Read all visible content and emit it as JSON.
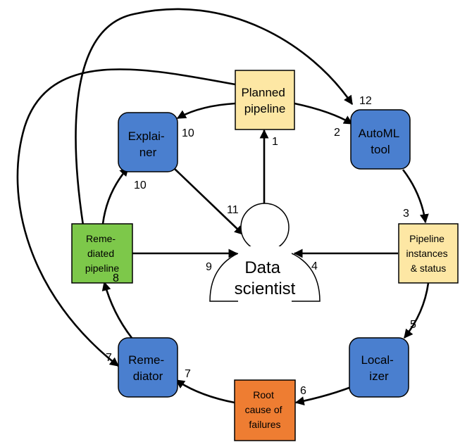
{
  "colors": {
    "component": "#4a7fcf",
    "artifact": "#fde7a4",
    "remediated": "#7dc84a",
    "root_cause": "#ee7d32",
    "stroke": "#000000"
  },
  "nodes": {
    "planned_pipeline": {
      "lines": [
        "Planned",
        "pipeline"
      ]
    },
    "explainer": {
      "lines": [
        "Explai-",
        "ner"
      ]
    },
    "automl_tool": {
      "lines": [
        "AutoML",
        "tool"
      ]
    },
    "pipeline_instances": {
      "lines": [
        "Pipeline",
        "instances",
        "& status"
      ]
    },
    "localizer": {
      "lines": [
        "Local-",
        "izer"
      ]
    },
    "root_cause": {
      "lines": [
        "Root",
        "cause of",
        "failures"
      ]
    },
    "remediator": {
      "lines": [
        "Reme-",
        "diator"
      ]
    },
    "remediated_pipeline": {
      "lines": [
        "Reme-",
        "diated",
        "pipeline"
      ]
    },
    "data_scientist": {
      "lines": [
        "Data",
        "scientist"
      ],
      "icon": "person-icon"
    }
  },
  "edge_labels": {
    "n1": "1",
    "n2": "2",
    "n3": "3",
    "n4": "4",
    "n5": "5",
    "n6": "6",
    "n7a": "7",
    "n7b": "7",
    "n8": "8",
    "n9": "9",
    "n10a": "10",
    "n10b": "10",
    "n11": "11",
    "n12": "12"
  }
}
